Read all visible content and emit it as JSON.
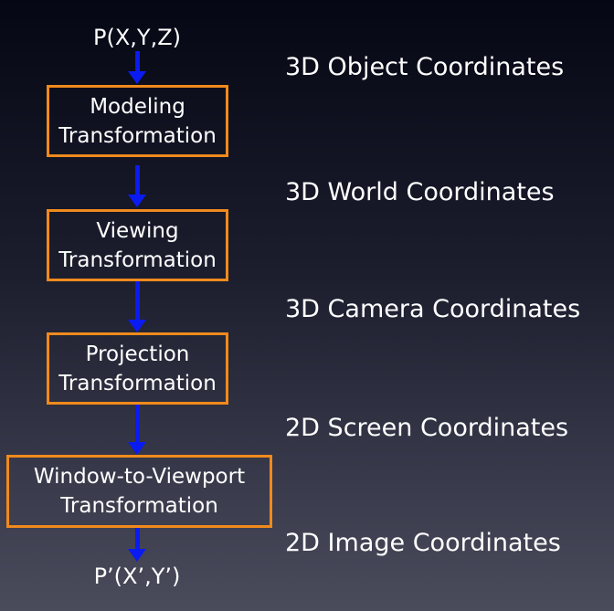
{
  "input_point": "P(X,Y,Z)",
  "output_point": "P’(X’,Y’)",
  "stages": [
    {
      "line1": "Modeling",
      "line2": "Transformation"
    },
    {
      "line1": "Viewing",
      "line2": "Transformation"
    },
    {
      "line1": "Projection",
      "line2": "Transformation"
    },
    {
      "line1": "Window-to-Viewport",
      "line2": "Transformation"
    }
  ],
  "coordinate_spaces": [
    "3D Object Coordinates",
    "3D World Coordinates",
    "3D Camera Coordinates",
    "2D Screen Coordinates",
    "2D Image Coordinates"
  ],
  "colors": {
    "box_border": "#f08a1c",
    "arrow": "#0a1bf2",
    "text": "#ffffff"
  }
}
